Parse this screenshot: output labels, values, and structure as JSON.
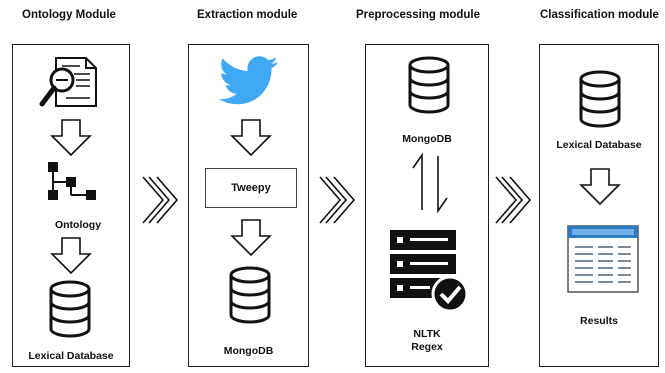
{
  "modules": [
    {
      "title": "Ontology Module"
    },
    {
      "title": "Extraction module"
    },
    {
      "title": "Preprocessing module"
    },
    {
      "title": "Classification module"
    }
  ],
  "ontology": {
    "ontology_label": "Ontology",
    "database_label": "Lexical Database"
  },
  "extraction": {
    "tweepy_label": "Tweepy",
    "database_label": "MongoDB"
  },
  "preprocessing": {
    "database_label": "MongoDB",
    "tools_label_line1": "NLTK",
    "tools_label_line2": "Regex"
  },
  "classification": {
    "database_label": "Lexical Database",
    "results_label": "Results"
  },
  "icons": [
    "document-search-icon",
    "ontology-tree-icon",
    "database-icon",
    "twitter-bird-icon",
    "server-check-icon",
    "bidirectional-arrows-icon",
    "table-results-icon",
    "down-arrow-icon",
    "double-chevron-icon"
  ],
  "colors": {
    "twitter_blue": "#3fa9f5",
    "table_header": "#2c7bbf",
    "stroke": "#111111"
  }
}
